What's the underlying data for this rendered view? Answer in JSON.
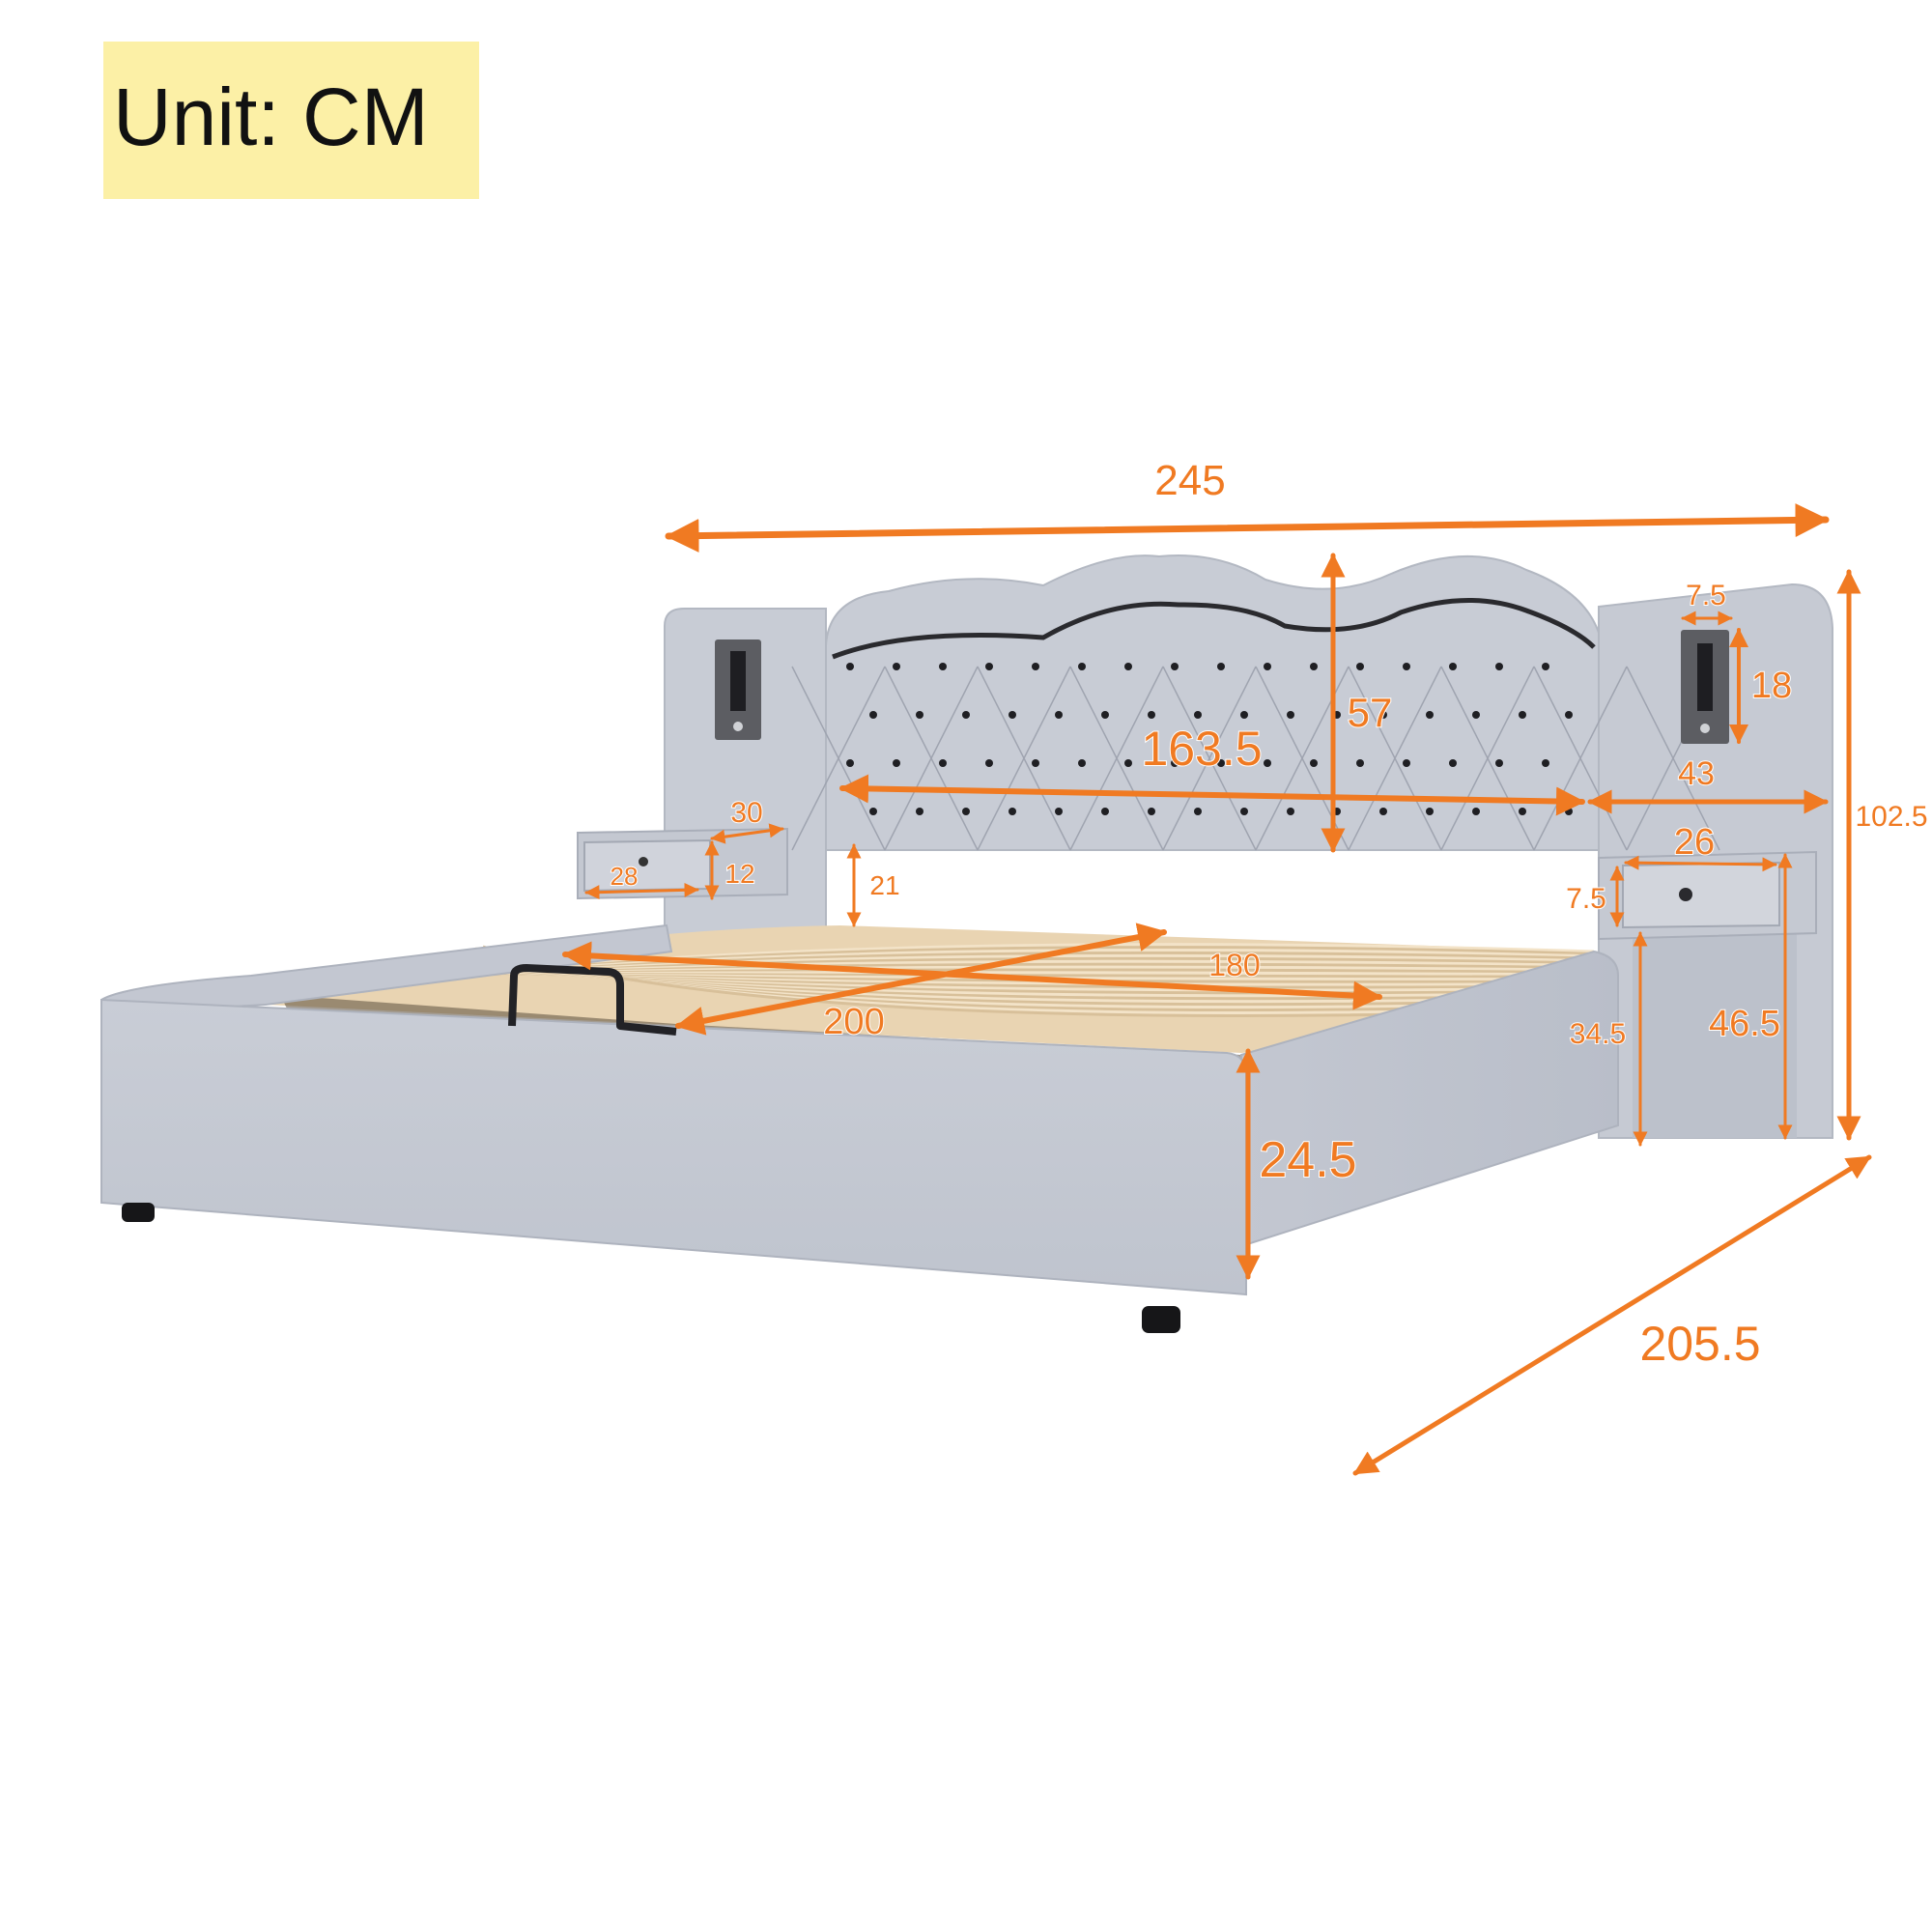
{
  "unit_label": "Unit:  CM",
  "colors": {
    "dimension": "#f07a22",
    "upholstery": "#c6cad3",
    "upholstery_dark": "#a9aeb9",
    "slats": "#e9d4b2",
    "unit_background": "#fcf0a6"
  },
  "dimensions": {
    "overall_width": "245",
    "headboard_width": "163.5",
    "headboard_height": "57",
    "side_panel_width": "43",
    "lamp_width": "7.5",
    "lamp_height": "18",
    "total_height": "102.5",
    "left_drawer_depth": "30",
    "left_drawer_width": "28",
    "left_drawer_height": "12",
    "headboard_clearance": "21",
    "right_shelf_width": "26",
    "right_drawer_height": "7.5",
    "mattress_width": "180",
    "mattress_length": "200",
    "shelf_height": "34.5",
    "side_panel_lower_height": "46.5",
    "frame_height": "24.5",
    "overall_length": "205.5"
  }
}
